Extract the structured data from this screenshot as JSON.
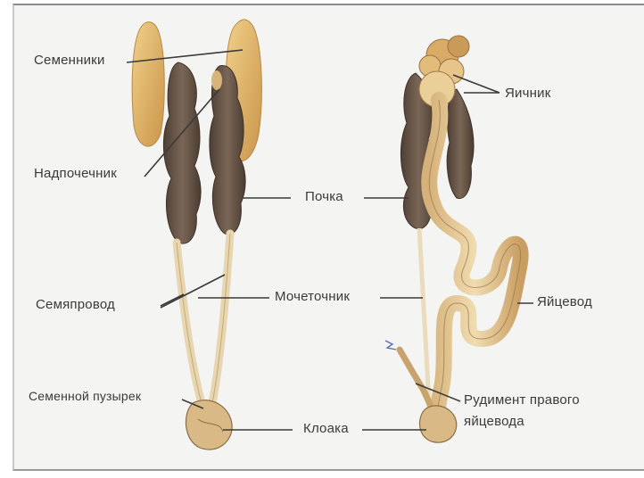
{
  "labels": {
    "testes": "Семенники",
    "adrenal": "Надпочечник",
    "vas_deferens": "Семяпровод",
    "seminal_vesicle": "Семенной пузырек",
    "kidney": "Почка",
    "ureter": "Мочеточник",
    "cloaca": "Клоака",
    "ovary": "Яичник",
    "oviduct": "Яйцевод",
    "rudiment_line1": "Рудимент правого",
    "rudiment_line2": "яйцевода"
  },
  "colors": {
    "testis": "#e2b86a",
    "kidney": "#6e5a4a",
    "tube": "#e9d2a4",
    "line": "#3a3a3a",
    "background": "#f4f4f2"
  }
}
